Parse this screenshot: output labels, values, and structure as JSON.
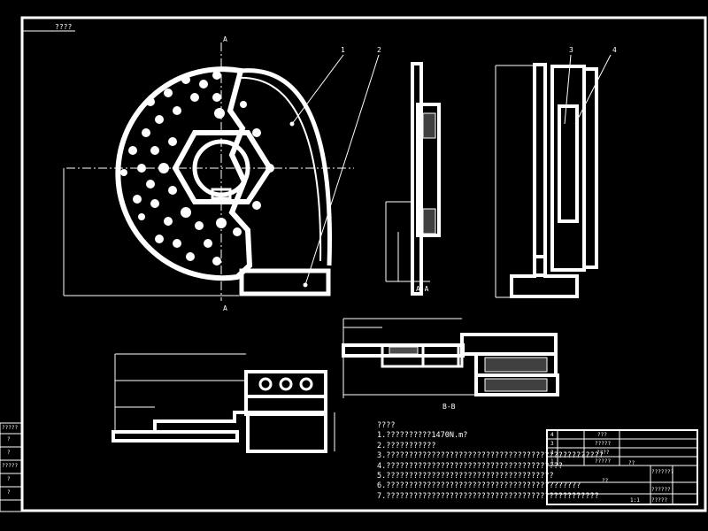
{
  "labels": {
    "view_a_top": "A",
    "view_a_bottom": "A",
    "section_aa": "A-A",
    "section_bb": "B-B",
    "part_1": "1",
    "part_2": "2",
    "part_3": "3",
    "part_4": "4",
    "corner_tag": "????"
  },
  "notes": {
    "title": "????",
    "lines": [
      "1.??????????1470N.m?",
      "2.???????????",
      "3.????????????????????????????????????????????????",
      "4.???????????????????????????????????????",
      "5.?????????????????????????????????????",
      "6.???????????????????????????????????????????",
      "7.???????????????????????????????????????????????"
    ]
  },
  "title_block": {
    "cells": [
      "4",
      "3",
      "2",
      "1",
      "???",
      "?????",
      "????",
      "?????",
      "??",
      "???????",
      "??????",
      "?????",
      "??",
      "1:1"
    ]
  },
  "side_strip": [
    "?????",
    "?",
    "?",
    "?????",
    "?",
    "?"
  ]
}
